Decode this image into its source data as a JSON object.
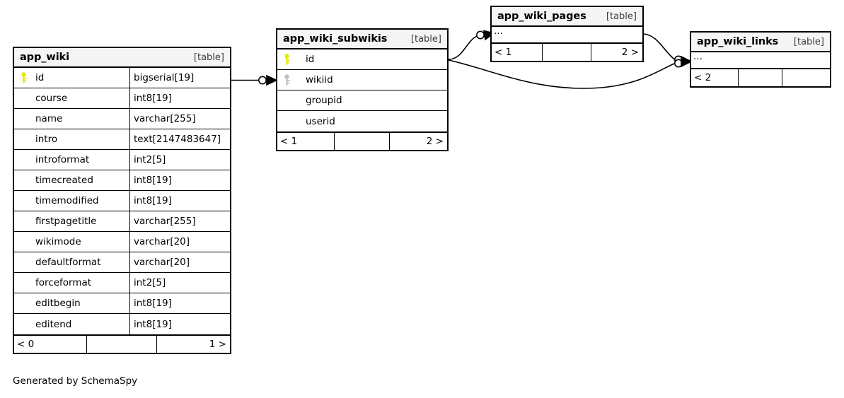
{
  "diagram": {
    "type": "entity-relationship-diagram",
    "caption": "Generated by SchemaSpy",
    "background_color": "#ffffff",
    "border_color": "#000000",
    "header_fill": "#f5f5f5",
    "primary_key_color": "#e8e800",
    "foreign_key_color": "#bfbfbf",
    "table_tag": "[table]"
  },
  "tables": [
    {
      "name": "app_wiki",
      "tag": "[table]",
      "collapsed": false,
      "has_type_column": true,
      "columns": [
        {
          "key": "primary",
          "name": "id",
          "type": "bigserial[19]"
        },
        {
          "key": "none",
          "name": "course",
          "type": "int8[19]"
        },
        {
          "key": "none",
          "name": "name",
          "type": "varchar[255]"
        },
        {
          "key": "none",
          "name": "intro",
          "type": "text[2147483647]"
        },
        {
          "key": "none",
          "name": "introformat",
          "type": "int2[5]"
        },
        {
          "key": "none",
          "name": "timecreated",
          "type": "int8[19]"
        },
        {
          "key": "none",
          "name": "timemodified",
          "type": "int8[19]"
        },
        {
          "key": "none",
          "name": "firstpagetitle",
          "type": "varchar[255]"
        },
        {
          "key": "none",
          "name": "wikimode",
          "type": "varchar[20]"
        },
        {
          "key": "none",
          "name": "defaultformat",
          "type": "varchar[20]"
        },
        {
          "key": "none",
          "name": "forceformat",
          "type": "int2[5]"
        },
        {
          "key": "none",
          "name": "editbegin",
          "type": "int8[19]"
        },
        {
          "key": "none",
          "name": "editend",
          "type": "int8[19]"
        }
      ],
      "footer": {
        "left": "< 0",
        "middle": "",
        "right": "1 >"
      }
    },
    {
      "name": "app_wiki_subwikis",
      "tag": "[table]",
      "collapsed": false,
      "has_type_column": false,
      "columns": [
        {
          "key": "primary",
          "name": "id",
          "type": ""
        },
        {
          "key": "foreign",
          "name": "wikiid",
          "type": ""
        },
        {
          "key": "none",
          "name": "groupid",
          "type": ""
        },
        {
          "key": "none",
          "name": "userid",
          "type": ""
        }
      ],
      "footer": {
        "left": "< 1",
        "middle": "",
        "right": "2 >"
      }
    },
    {
      "name": "app_wiki_pages",
      "tag": "[table]",
      "collapsed": true,
      "collapsed_label": "...",
      "footer": {
        "left": "< 1",
        "middle": "",
        "right": "2 >"
      }
    },
    {
      "name": "app_wiki_links",
      "tag": "[table]",
      "collapsed": true,
      "collapsed_label": "...",
      "footer": {
        "left": "< 2",
        "middle": "",
        "right": ""
      }
    }
  ],
  "relationships": [
    {
      "from": "app_wiki",
      "to": "app_wiki_subwikis",
      "notation": "zero-or-more"
    },
    {
      "from": "app_wiki_subwikis",
      "to": "app_wiki_pages",
      "notation": "zero-or-more"
    },
    {
      "from": "app_wiki_subwikis",
      "to": "app_wiki_links",
      "notation": "zero-or-more"
    },
    {
      "from": "app_wiki_pages",
      "to": "app_wiki_links",
      "notation": "zero-or-more"
    }
  ]
}
